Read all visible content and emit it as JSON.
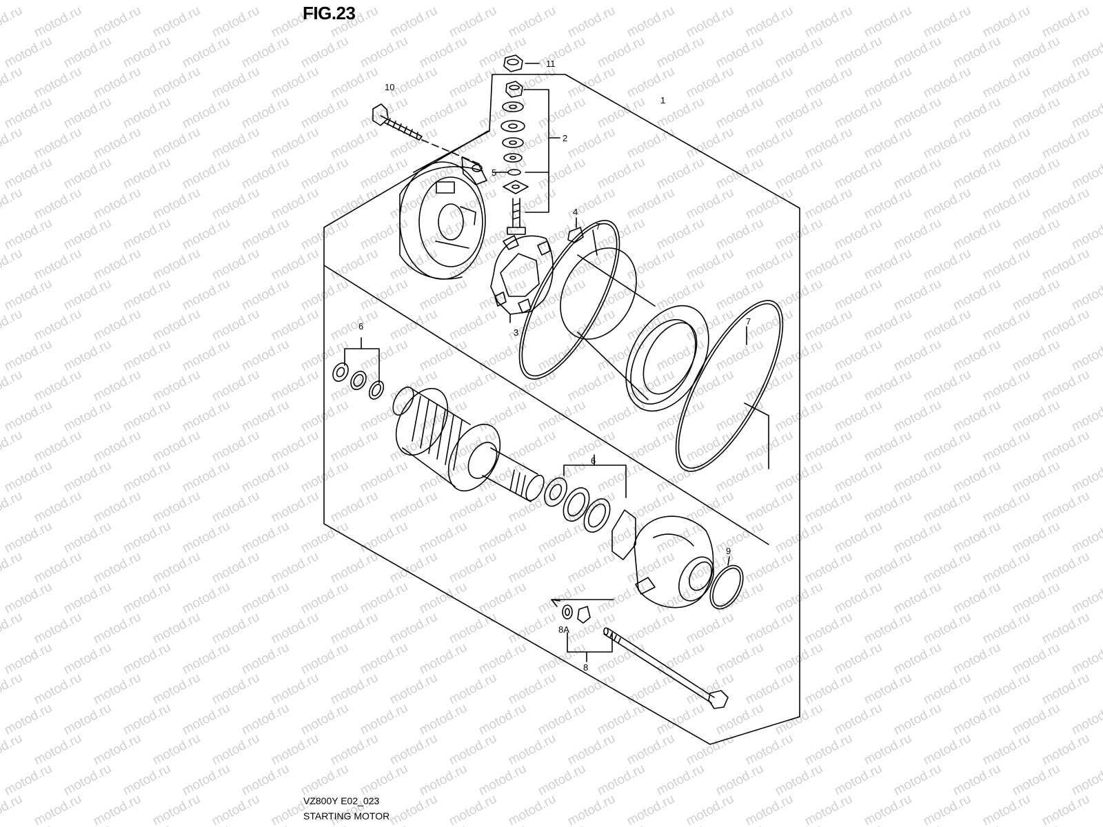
{
  "figure": {
    "title": "FIG.23",
    "model_code": "VZ800Y E02_023",
    "section_name": "STARTING MOTOR"
  },
  "watermark": {
    "text": "motod.ru"
  },
  "callouts": {
    "c1": "1",
    "c2": "2",
    "c3": "3",
    "c4": "4",
    "c5": "5",
    "c6a": "6",
    "c6b": "6",
    "c7a": "7",
    "c7b": "7",
    "c8": "8",
    "c8a": "8A",
    "c9": "9",
    "c10": "10",
    "c11": "11"
  },
  "colors": {
    "line": "#000000",
    "watermark": "#d0d0d0",
    "background": "#ffffff"
  }
}
